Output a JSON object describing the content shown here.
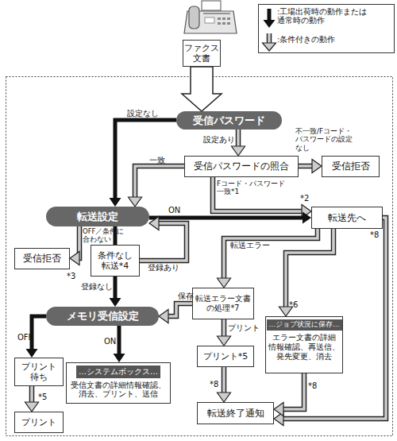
{
  "diagram": {
    "nodes": [
      {
        "text": [
          "ファクス 文書"
        ]
      },
      {
        "text": [
          "受信パスワード"
        ]
      },
      {
        "text": [
          "受信パスワードの照合"
        ]
      },
      {
        "text": [
          "受信拒否"
        ]
      },
      {
        "text": [
          "転送設定"
        ]
      },
      {
        "text": [
          "転送先へ"
        ]
      },
      {
        "text": [
          "受信拒否"
        ]
      },
      {
        "text": [
          "条件なし 転送*4"
        ]
      },
      {
        "text": [
          "転送エラー文書 の処理*7"
        ]
      },
      {
        "text": [
          "メモリ受信設定"
        ]
      },
      {
        "text": [
          "…ジョブ状況に保存…",
          "エラー文書の詳細 情報確認、再送信、 発先変更、消去"
        ]
      },
      {
        "text": [
          "プリント*5"
        ]
      },
      {
        "text": [
          "プリント 待ち"
        ]
      },
      {
        "text": [
          "…システムボックス…",
          "受信文書の詳細情報確認、 消去、プリント、送信"
        ]
      },
      {
        "text": [
          "転送終了通知"
        ]
      },
      {
        "text": [
          "プリント"
        ]
      }
    ],
    "edges": [
      {
        "from": 0,
        "to": 1,
        "arrow": "to"
      },
      {
        "from": 1,
        "to": 4,
        "label": "設定なし",
        "arrow": "to"
      },
      {
        "from": 1,
        "to": 2,
        "label": "設定あり",
        "arrow": "to"
      },
      {
        "from": 2,
        "to": 3,
        "label": "不一致/Fコード・ パスワードの設定 なし",
        "arrow": "to"
      },
      {
        "from": 2,
        "to": 4,
        "label": "一致",
        "arrow": "to"
      },
      {
        "from": 2,
        "to": 5,
        "label": "Fコード・パスワード 一致*1",
        "arrow": "to"
      },
      {
        "from": 4,
        "to": 5,
        "label": "ON",
        "arrow": "to"
      },
      {
        "from": 4,
        "to": 6,
        "label": "OFF／条件に 合わない",
        "arrow": "to"
      },
      {
        "from": 4,
        "to": 7,
        "arrow": "none"
      },
      {
        "from": 7,
        "to": 4,
        "label": "登録あり",
        "arrow": "to"
      },
      {
        "from": 7,
        "to": 9,
        "label": "登録なし",
        "arrow": "to"
      },
      {
        "from": 5,
        "to": 8,
        "label": "転送エラー",
        "arrow": "to"
      },
      {
        "from": 5,
        "to": 10,
        "label": "*6",
        "arrow": "to"
      },
      {
        "from": 5,
        "to": 14,
        "label": "*8",
        "arrow": "to"
      },
      {
        "from": 8,
        "to": 9,
        "label": "保存",
        "arrow": "to"
      },
      {
        "from": 8,
        "to": 11,
        "label": "プリント",
        "arrow": "to"
      },
      {
        "from": 11,
        "to": 14,
        "label": "*8",
        "arrow": "to"
      },
      {
        "from": 10,
        "to": 14,
        "label": "*8",
        "arrow": "to"
      },
      {
        "from": 9,
        "to": 12,
        "label": "OFF",
        "arrow": "to"
      },
      {
        "from": 9,
        "to": 13,
        "label": "ON",
        "arrow": "to"
      },
      {
        "from": 12,
        "to": 15,
        "label": "*5",
        "arrow": "to"
      }
    ],
    "labels": [
      "*2",
      "*3"
    ],
    "legend": [
      {
        "text": ":工場出荷時の動作または 通常時の動作"
      },
      {
        "text": ":条件付きの動作"
      }
    ]
  }
}
